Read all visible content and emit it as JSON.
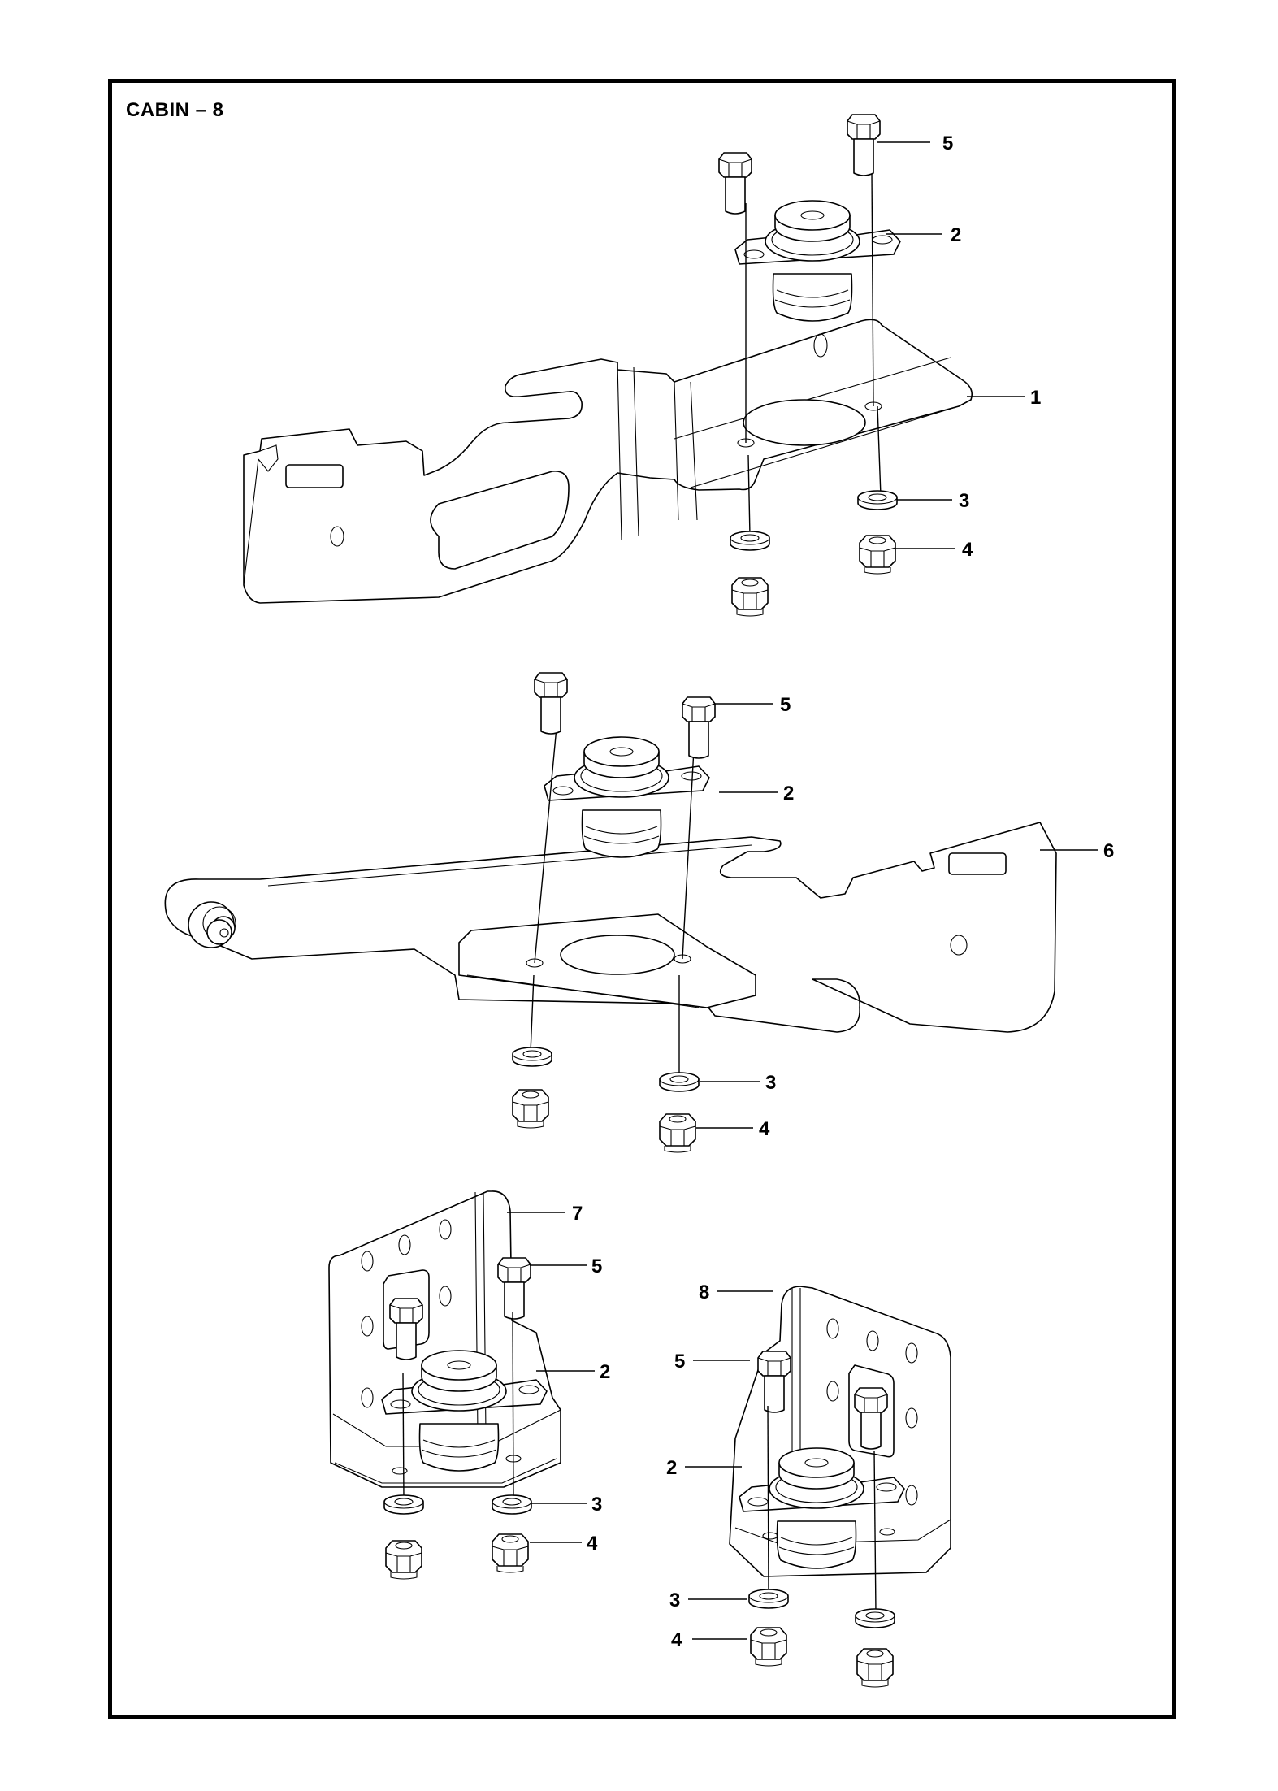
{
  "page": {
    "title": "CABIN – 8"
  },
  "diagram": {
    "type": "exploded parts diagram",
    "assemblies": [
      {
        "name": "upper-bracket-assembly",
        "callouts": [
          {
            "label": "5",
            "part": "bolt"
          },
          {
            "label": "2",
            "part": "rubber-mount"
          },
          {
            "label": "1",
            "part": "bracket"
          },
          {
            "label": "3",
            "part": "washer"
          },
          {
            "label": "4",
            "part": "nut"
          }
        ]
      },
      {
        "name": "middle-bracket-assembly",
        "callouts": [
          {
            "label": "5",
            "part": "bolt"
          },
          {
            "label": "2",
            "part": "rubber-mount"
          },
          {
            "label": "6",
            "part": "bracket"
          },
          {
            "label": "3",
            "part": "washer"
          },
          {
            "label": "4",
            "part": "nut"
          }
        ]
      },
      {
        "name": "lower-left-bracket-assembly",
        "callouts": [
          {
            "label": "7",
            "part": "angle-bracket"
          },
          {
            "label": "5",
            "part": "bolt"
          },
          {
            "label": "2",
            "part": "rubber-mount"
          },
          {
            "label": "3",
            "part": "washer"
          },
          {
            "label": "4",
            "part": "nut"
          }
        ]
      },
      {
        "name": "lower-right-bracket-assembly",
        "callouts": [
          {
            "label": "8",
            "part": "angle-bracket"
          },
          {
            "label": "5",
            "part": "bolt"
          },
          {
            "label": "2",
            "part": "rubber-mount"
          },
          {
            "label": "3",
            "part": "washer"
          },
          {
            "label": "4",
            "part": "nut"
          }
        ]
      }
    ]
  }
}
